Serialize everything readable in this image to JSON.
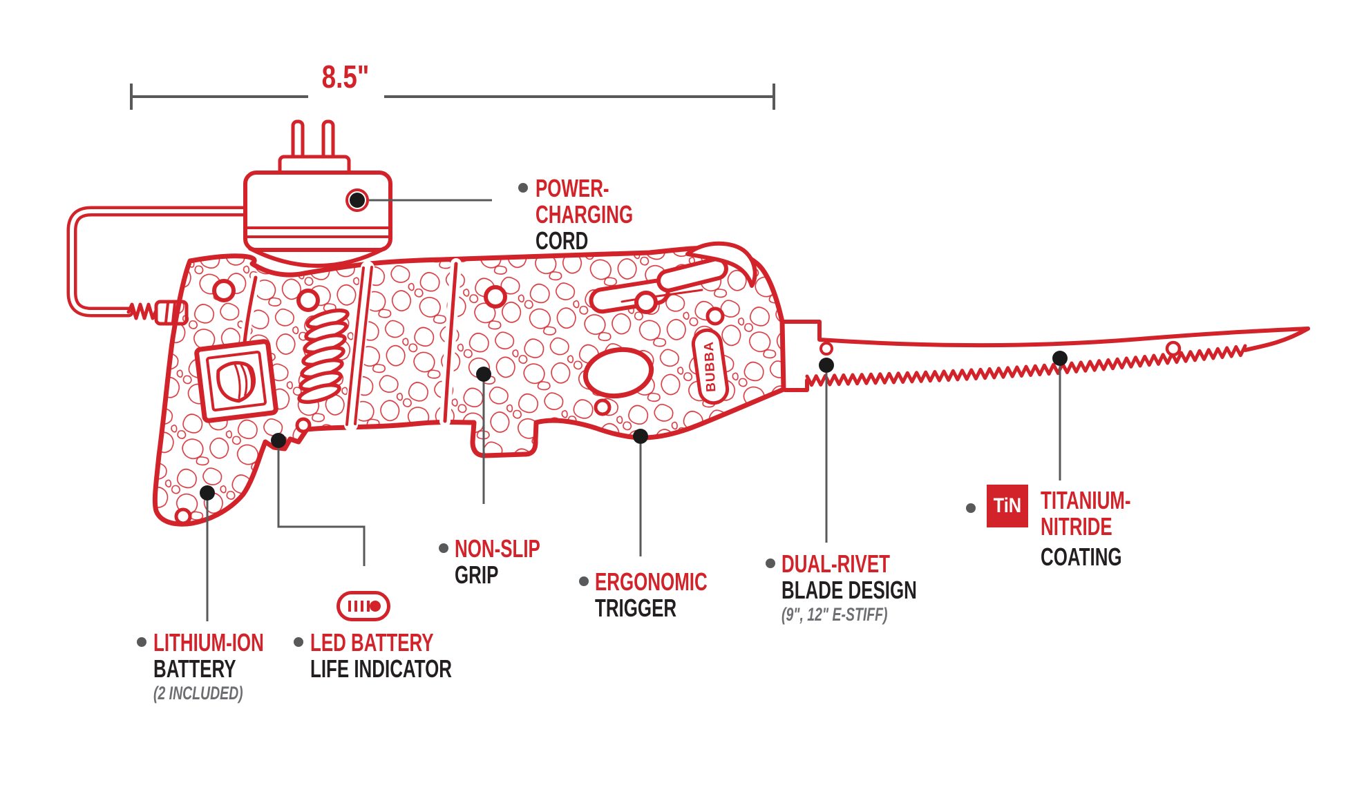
{
  "colors": {
    "red": "#d2232a",
    "ink": "#231f20",
    "gray": "#6d6e71",
    "leader": "#58595b"
  },
  "dimension": {
    "label": "8.5\""
  },
  "product": {
    "brand_mark": "BUBBA"
  },
  "icons": {
    "led_battery_indicator": "battery-pill-icon",
    "logo_shield": "shield-icon"
  },
  "callouts": {
    "power": {
      "line1": "POWER-",
      "line2": "CHARGING",
      "line3": "CORD"
    },
    "battery": {
      "line1": "LITHIUM-ION",
      "line2": "BATTERY",
      "line3": "(2 INCLUDED)"
    },
    "led": {
      "line1": "LED BATTERY",
      "line2": "LIFE INDICATOR"
    },
    "grip": {
      "line1": "NON-SLIP",
      "line2": "GRIP"
    },
    "trigger": {
      "line1": "ERGONOMIC",
      "line2": "TRIGGER"
    },
    "blade": {
      "line1": "DUAL-RIVET",
      "line2": "BLADE DESIGN",
      "line3": "(9\", 12\" E-STIFF)"
    },
    "coating": {
      "badge": "TiN",
      "line1": "TITANIUM-",
      "line2": "NITRIDE",
      "line3": "COATING"
    }
  }
}
